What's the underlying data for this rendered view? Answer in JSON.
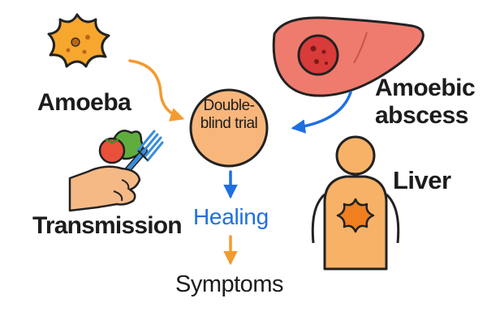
{
  "center": {
    "lines": [
      "Double-",
      "blind trial"
    ]
  },
  "labels": {
    "amoeba": "Amoeba",
    "abscess_line1": "Amoebic",
    "abscess_line2": "abscess",
    "liver": "Liver",
    "transmission": "Transmission",
    "healing": "Healing",
    "symptoms": "Symptoms"
  },
  "colors": {
    "orange_arrow": "#f39b2e",
    "blue_arrow": "#1f6fe0",
    "healing_text": "#1f6fe0",
    "center_circle": "#f8b67b",
    "liver": "#ee7b6e",
    "abscess": "#d93a3a",
    "amoeba": "#f7a72d",
    "body": "#f7b267",
    "hand": "#f5b985",
    "fork": "#3b8ed8"
  },
  "icons": [
    "amoeba-icon",
    "liver-icon",
    "abscess-icon",
    "hand-icon",
    "fork-icon",
    "tomato-icon",
    "lettuce-icon",
    "body-icon",
    "infection-icon"
  ]
}
